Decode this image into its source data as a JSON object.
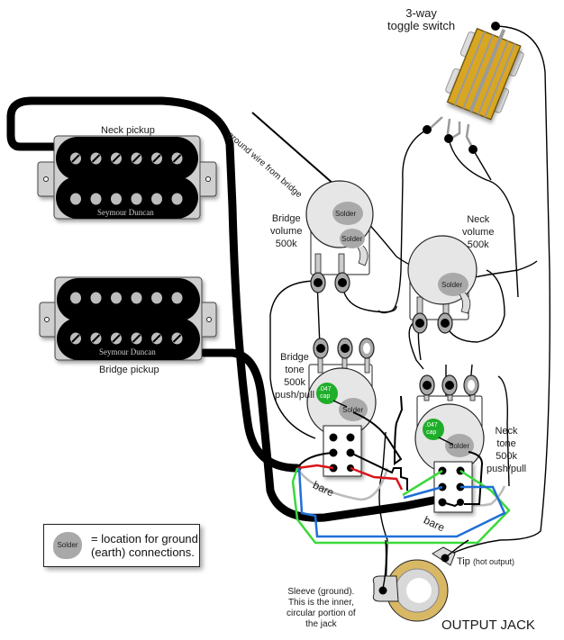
{
  "title": "Guitar wiring diagram: 2 humbuckers, 3-way toggle, 2 volume, 2 push/pull tone, output jack",
  "colors": {
    "pickup_body": "#000000",
    "pickup_base": "#cfcfcf",
    "pole_piece": "#bdbdbd",
    "switch_body": "#d9a621",
    "pot_body": "#e6e6e6",
    "solder_blob": "#a9a9a9",
    "cap": "#1fae2a",
    "wire_red": "#d8141a",
    "wire_green": "#3ad93a",
    "wire_blue": "#1f6fd6",
    "jack_ring": "#d8b865",
    "wire_black": "#000000"
  },
  "components": {
    "neck_pickup": {
      "label": "Neck pickup",
      "brand": "Seymour Duncan"
    },
    "bridge_pickup": {
      "label": "Bridge pickup",
      "brand": "Seymour Duncan"
    },
    "toggle_switch": {
      "label_line1": "3-way",
      "label_line2": "toggle switch"
    },
    "ground_wire": {
      "label": "ground wire from bridge"
    },
    "bridge_volume": {
      "line1": "Bridge",
      "line2": "volume",
      "line3": "500k"
    },
    "neck_volume": {
      "line1": "Neck",
      "line2": "volume",
      "line3": "500k"
    },
    "bridge_tone": {
      "line1": "Bridge",
      "line2": "tone",
      "line3": "500k",
      "line4": "push/pull"
    },
    "neck_tone": {
      "line1": "Neck",
      "line2": "tone",
      "line3": "500k",
      "line4": "push/pull"
    },
    "cap_label_line1": ".047",
    "cap_label_line2": "cap",
    "solder_label": "Solder",
    "bare_label": "bare",
    "output_jack": {
      "label": "OUTPUT JACK",
      "tip_label": "Tip",
      "tip_note": "(hot output)",
      "sleeve_line1": "Sleeve (ground).",
      "sleeve_line2": "This is the inner,",
      "sleeve_line3": "circular portion of",
      "sleeve_line4": "the jack"
    }
  },
  "legend": {
    "blob_label": "Solder",
    "line1": "= location for ground",
    "line2": "(earth) connections."
  }
}
